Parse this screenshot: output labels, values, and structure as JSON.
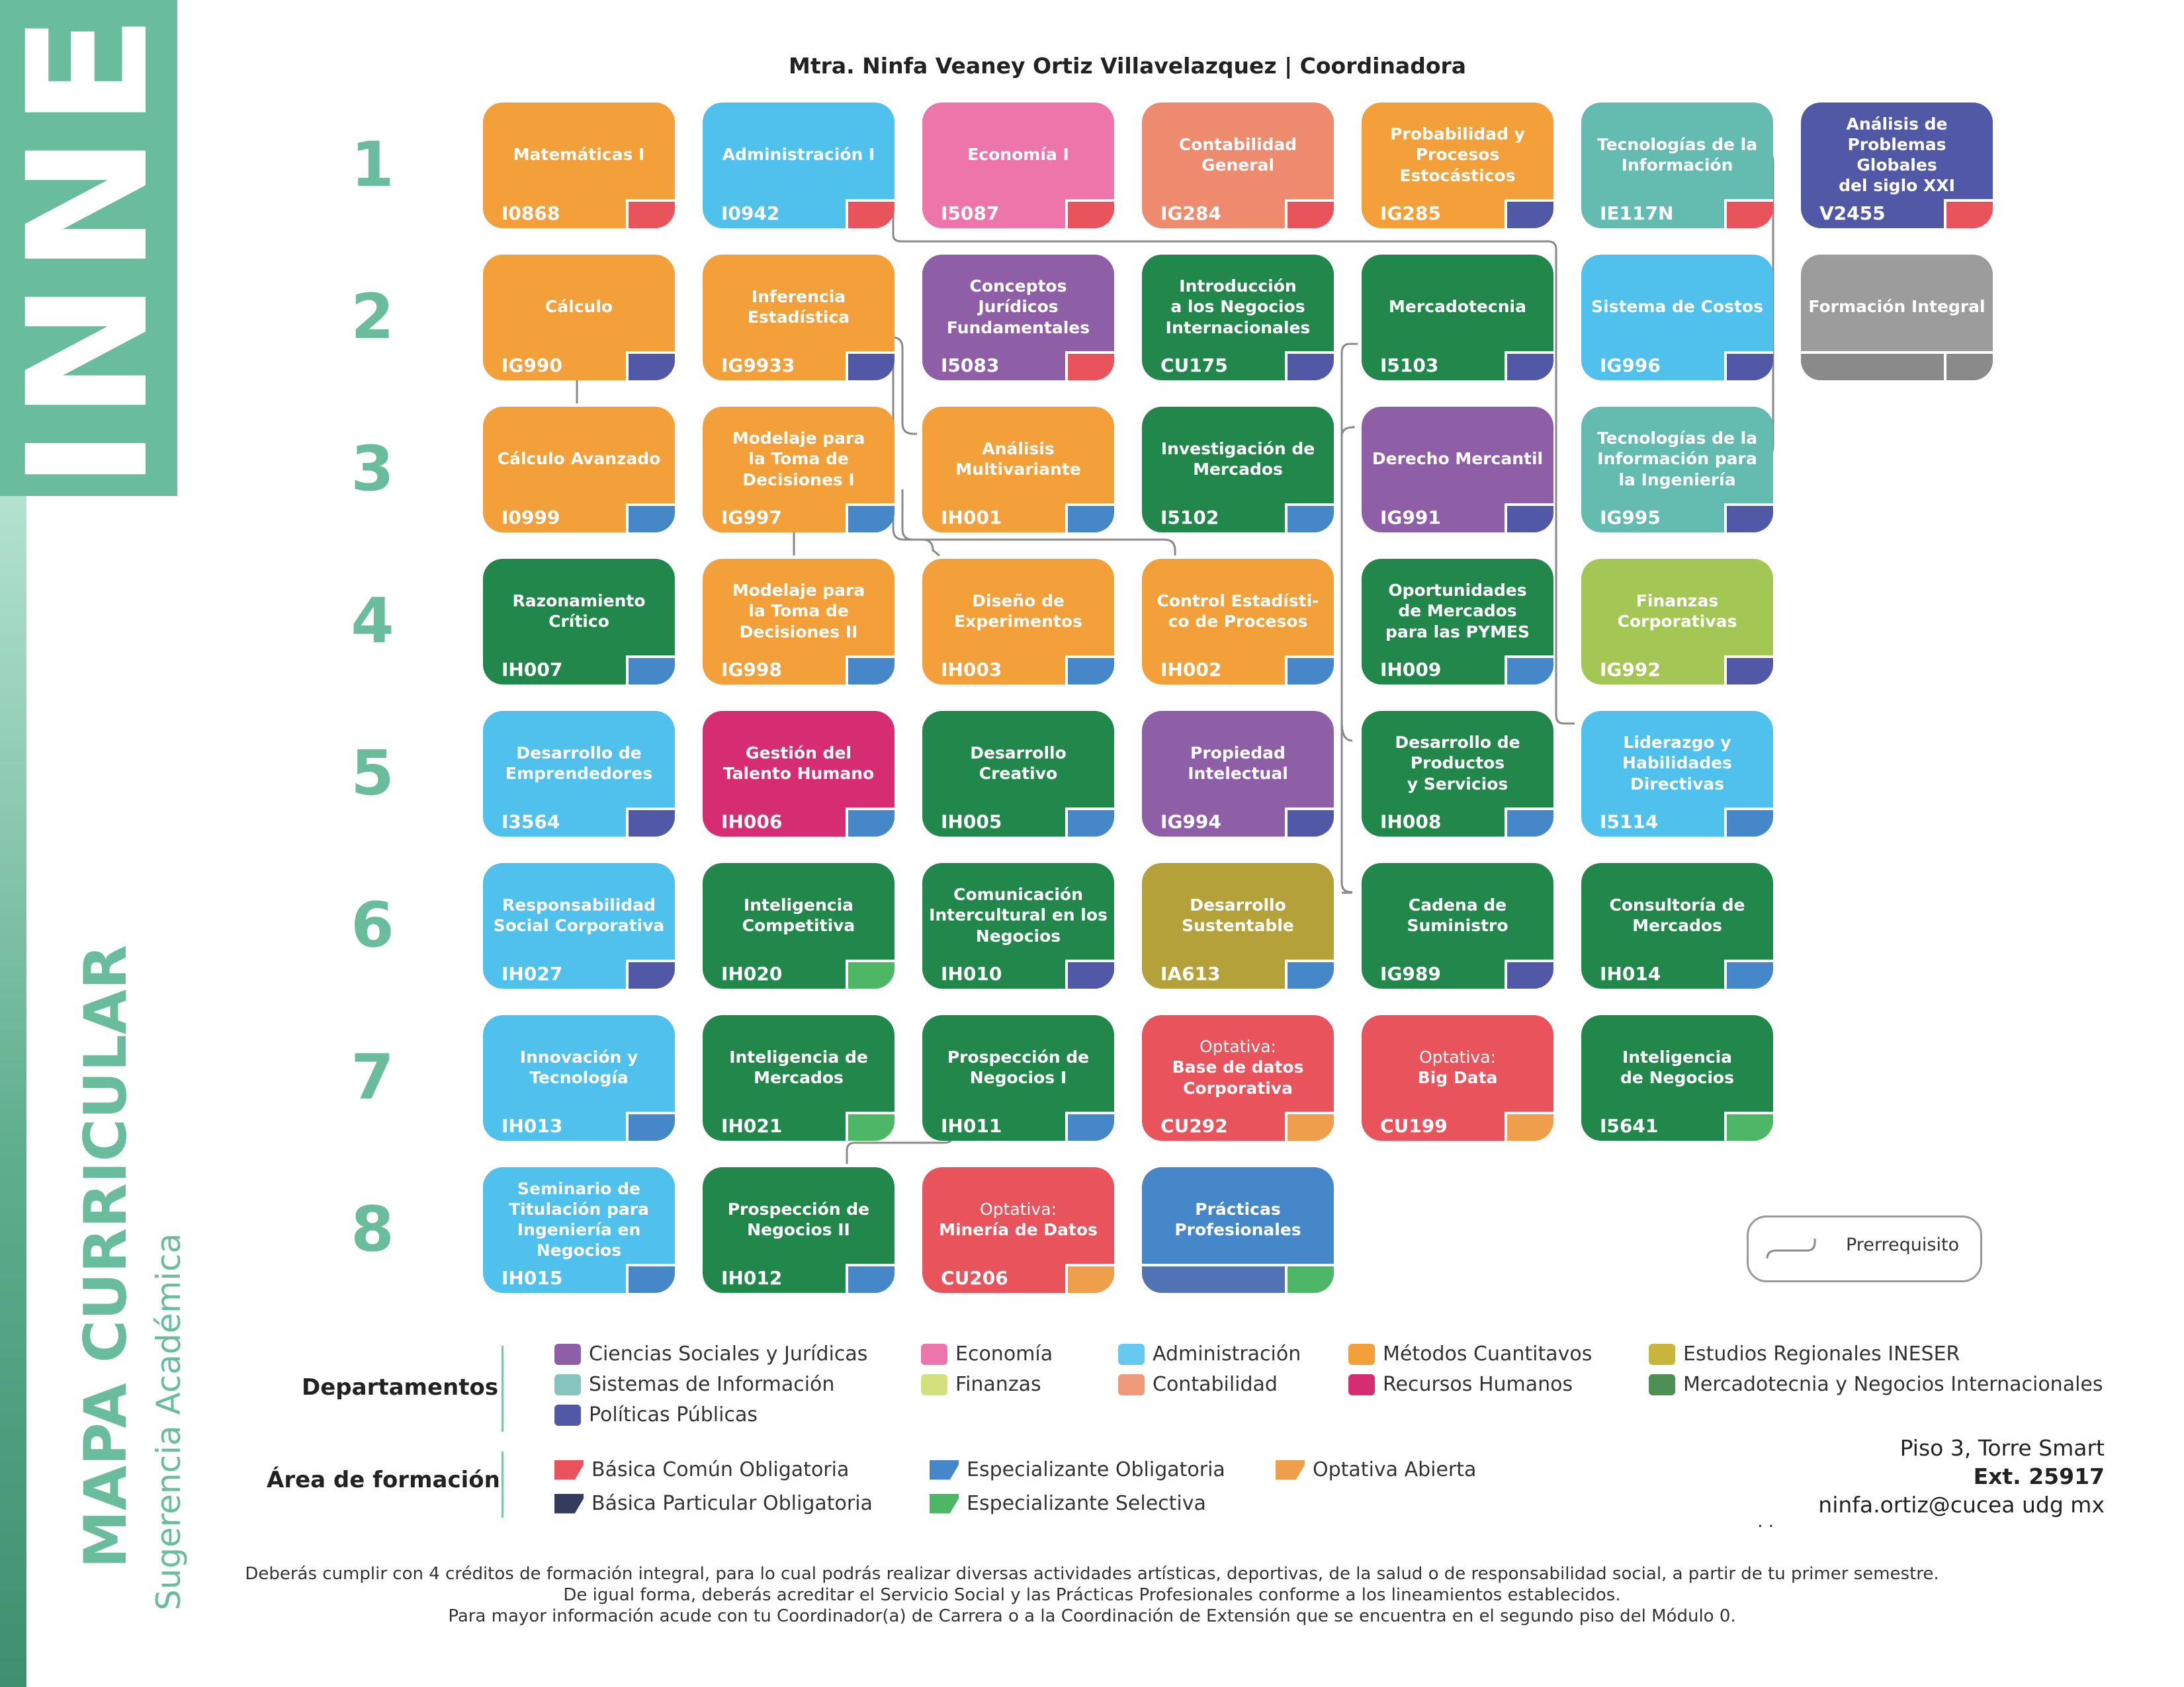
{
  "brand": "INNE",
  "title": "MAPA CURRICULAR",
  "subtitle": "Sugerencia Académica",
  "coordinator": "Mtra. Ninfa Veaney Ortiz Villavelazquez | Coordinadora",
  "semesters": [
    "1",
    "2",
    "3",
    "4",
    "5",
    "6",
    "7",
    "8"
  ],
  "colors": {
    "orange": "#f3a03a",
    "sky": "#4fc1ec",
    "pink": "#ee75a9",
    "salmon": "#ee8a6e",
    "teal": "#64bbb0",
    "navy": "#5158a6",
    "grey": "#9c9c9c",
    "purple": "#8e5ea7",
    "green": "#22874a",
    "limegreen": "#a3c654",
    "magenta": "#d52c72",
    "olive": "#b4a13a",
    "red": "#e8535c",
    "medblue": "#4587c9",
    "area_basica_comun": "#e8535c",
    "area_basica_particular": "#333c5e",
    "area_especializante_obligatoria": "#4587c9",
    "area_especializante_selectiva": "#4db765",
    "area_optativa": "#ef9f4b"
  },
  "courses": [
    {
      "name": "Matemáticas I",
      "code": "I0868",
      "color": "orange",
      "area": "red",
      "col": 0,
      "row": 0
    },
    {
      "name": "Administración I",
      "code": "I0942",
      "color": "sky",
      "area": "red",
      "col": 1,
      "row": 0
    },
    {
      "name": "Economía I",
      "code": "I5087",
      "color": "pink",
      "area": "red",
      "col": 2,
      "row": 0
    },
    {
      "name": "Contabilidad\nGeneral",
      "code": "IG284",
      "color": "salmon",
      "area": "red",
      "col": 3,
      "row": 0
    },
    {
      "name": "Probabilidad y\nProcesos\nEstocásticos",
      "code": "IG285",
      "color": "orange",
      "area": "navy",
      "col": 4,
      "row": 0
    },
    {
      "name": "Tecnologías de la\nInformación",
      "code": "IE117N",
      "color": "teal",
      "area": "red",
      "col": 5,
      "row": 0
    },
    {
      "name": "Análisis de\nProblemas Globales\ndel siglo XXI",
      "code": "V2455",
      "color": "navy",
      "area": "red",
      "col": 6,
      "row": 0
    },
    {
      "name": "Cálculo",
      "code": "IG990",
      "color": "orange",
      "area": "navy",
      "col": 0,
      "row": 1
    },
    {
      "name": "Inferencia\nEstadística",
      "code": "IG9933",
      "color": "orange",
      "area": "navy",
      "col": 1,
      "row": 1
    },
    {
      "name": "Conceptos\nJurídicos\nFundamentales",
      "code": "I5083",
      "color": "purple",
      "area": "red",
      "col": 2,
      "row": 1
    },
    {
      "name": "Introducción\na los Negocios\nInternacionales",
      "code": "CU175",
      "color": "green",
      "area": "navy",
      "col": 3,
      "row": 1
    },
    {
      "name": "Mercadotecnia",
      "code": "I5103",
      "color": "green",
      "area": "navy",
      "col": 4,
      "row": 1
    },
    {
      "name": "Sistema de Costos",
      "code": "IG996",
      "color": "sky",
      "area": "navy",
      "col": 5,
      "row": 1
    },
    {
      "name": "Formación Integral",
      "code": "",
      "color": "grey",
      "area": "grey",
      "col": 6,
      "row": 1,
      "split": true
    },
    {
      "name": "Cálculo Avanzado",
      "code": "I0999",
      "color": "orange",
      "area": "medblue",
      "col": 0,
      "row": 2
    },
    {
      "name": "Modelaje para\nla Toma de\nDecisiones I",
      "code": "IG997",
      "color": "orange",
      "area": "medblue",
      "col": 1,
      "row": 2
    },
    {
      "name": "Análisis\nMultivariante",
      "code": "IH001",
      "color": "orange",
      "area": "medblue",
      "col": 2,
      "row": 2
    },
    {
      "name": "Investigación de\nMercados",
      "code": "I5102",
      "color": "green",
      "area": "medblue",
      "col": 3,
      "row": 2
    },
    {
      "name": "Derecho Mercantil",
      "code": "IG991",
      "color": "purple",
      "area": "navy",
      "col": 4,
      "row": 2
    },
    {
      "name": "Tecnologías de la\nInformación para\nla Ingeniería",
      "code": "IG995",
      "color": "teal",
      "area": "navy",
      "col": 5,
      "row": 2
    },
    {
      "name": "Razonamiento\nCrítico",
      "code": "IH007",
      "color": "green",
      "area": "medblue",
      "col": 0,
      "row": 3
    },
    {
      "name": "Modelaje para\nla Toma de\nDecisiones II",
      "code": "IG998",
      "color": "orange",
      "area": "medblue",
      "col": 1,
      "row": 3
    },
    {
      "name": "Diseño de\nExperimentos",
      "code": "IH003",
      "color": "orange",
      "area": "medblue",
      "col": 2,
      "row": 3
    },
    {
      "name": "Control Estadísti-\nco de Procesos",
      "code": "IH002",
      "color": "orange",
      "area": "medblue",
      "col": 3,
      "row": 3
    },
    {
      "name": "Oportunidades\nde Mercados\npara las PYMES",
      "code": "IH009",
      "color": "green",
      "area": "medblue",
      "col": 4,
      "row": 3
    },
    {
      "name": "Finanzas\nCorporativas",
      "code": "IG992",
      "color": "limegreen",
      "area": "navy",
      "col": 5,
      "row": 3
    },
    {
      "name": "Desarrollo de\nEmprendedores",
      "code": "I3564",
      "color": "sky",
      "area": "navy",
      "col": 0,
      "row": 4
    },
    {
      "name": "Gestión del\nTalento Humano",
      "code": "IH006",
      "color": "magenta",
      "area": "medblue",
      "col": 1,
      "row": 4
    },
    {
      "name": "Desarrollo\nCreativo",
      "code": "IH005",
      "color": "green",
      "area": "medblue",
      "col": 2,
      "row": 4
    },
    {
      "name": "Propiedad\nIntelectual",
      "code": "IG994",
      "color": "purple",
      "area": "navy",
      "col": 3,
      "row": 4
    },
    {
      "name": "Desarrollo de\nProductos\ny Servicios",
      "code": "IH008",
      "color": "green",
      "area": "medblue",
      "col": 4,
      "row": 4
    },
    {
      "name": "Liderazgo y\nHabilidades\nDirectivas",
      "code": "I5114",
      "color": "sky",
      "area": "medblue",
      "col": 5,
      "row": 4
    },
    {
      "name": "Responsabilidad\nSocial Corporativa",
      "code": "IH027",
      "color": "sky",
      "area": "navy",
      "col": 0,
      "row": 5
    },
    {
      "name": "Inteligencia\nCompetitiva",
      "code": "IH020",
      "color": "green",
      "area": "brightgreen",
      "col": 1,
      "row": 5
    },
    {
      "name": "Comunicación\nIntercultural en los\nNegocios",
      "code": "IH010",
      "color": "green",
      "area": "navy",
      "col": 2,
      "row": 5
    },
    {
      "name": "Desarrollo\nSustentable",
      "code": "IA613",
      "color": "olive",
      "area": "medblue",
      "col": 3,
      "row": 5
    },
    {
      "name": "Cadena de\nSuministro",
      "code": "IG989",
      "color": "green",
      "area": "navy",
      "col": 4,
      "row": 5
    },
    {
      "name": "Consultoría de\nMercados",
      "code": "IH014",
      "color": "green",
      "area": "medblue",
      "col": 5,
      "row": 5
    },
    {
      "name": "Innovación y\nTecnología",
      "code": "IH013",
      "color": "sky",
      "area": "medblue",
      "col": 0,
      "row": 6
    },
    {
      "name": "Inteligencia de\nMercados",
      "code": "IH021",
      "color": "green",
      "area": "brightgreen",
      "col": 1,
      "row": 6
    },
    {
      "name": "Prospección de\nNegocios I",
      "code": "IH011",
      "color": "green",
      "area": "medblue",
      "col": 2,
      "row": 6
    },
    {
      "name": "Optativa:\nBase de datos\nCorporativa",
      "code": "CU292",
      "color": "red",
      "area": "optorange",
      "col": 3,
      "row": 6,
      "optativa": true
    },
    {
      "name": "Optativa:\nBig Data",
      "code": "CU199",
      "color": "red",
      "area": "optorange",
      "col": 4,
      "row": 6,
      "optativa": true
    },
    {
      "name": "Inteligencia\nde Negocios",
      "code": "I5641",
      "color": "green",
      "area": "brightgreen",
      "col": 5,
      "row": 6
    },
    {
      "name": "Seminario de\nTitulación para\nIngeniería en\nNegocios",
      "code": "IH015",
      "color": "sky",
      "area": "medblue",
      "col": 0,
      "row": 7
    },
    {
      "name": "Prospección de\nNegocios II",
      "code": "IH012",
      "color": "green",
      "area": "medblue",
      "col": 1,
      "row": 7
    },
    {
      "name": "Optativa:\nMinería de Datos",
      "code": "CU206",
      "color": "red",
      "area": "optorange",
      "col": 2,
      "row": 7,
      "optativa": true
    },
    {
      "name": "Prácticas\nProfesionales",
      "code": "",
      "color": "medblue",
      "area": "brightgreen",
      "col": 3,
      "row": 7,
      "split": true
    }
  ],
  "prerequisite_label": "Prerrequisito",
  "departments": {
    "label": "Departamentos",
    "items": [
      {
        "label": "Ciencias Sociales y Jurídicas",
        "color": "#8e5ea7"
      },
      {
        "label": "Economía",
        "color": "#ee75a9"
      },
      {
        "label": "Administración",
        "color": "#67c8f0"
      },
      {
        "label": "Métodos Cuantitavos",
        "color": "#f3a03a"
      },
      {
        "label": "Estudios Regionales INESER",
        "color": "#c7b53c"
      },
      {
        "label": "Sistemas de Información",
        "color": "#86c4be"
      },
      {
        "label": "Finanzas",
        "color": "#d2e07d"
      },
      {
        "label": "Contabilidad",
        "color": "#ee9a7b"
      },
      {
        "label": "Recursos Humanos",
        "color": "#d52c72"
      },
      {
        "label": "Mercadotecnia y Negocios Internacionales",
        "color": "#4e8f56"
      },
      {
        "label": "Políticas Públicas",
        "color": "#5158a6"
      }
    ]
  },
  "areas": {
    "label": "Área de formación",
    "items": [
      {
        "label": "Básica Común Obligatoria",
        "color": "#e8535c"
      },
      {
        "label": "Especializante Obligatoria",
        "color": "#4587c9"
      },
      {
        "label": "Optativa Abierta",
        "color": "#ef9f4b"
      },
      {
        "label": "Básica Particular Obligatoria",
        "color": "#333c5e"
      },
      {
        "label": "Especializante Selectiva",
        "color": "#4db765"
      }
    ]
  },
  "contact": {
    "location": "Piso 3, Torre Smart",
    "ext": "Ext. 25917",
    "email": "ninfa.ortiz@cucea udg mx",
    "dots": ". ."
  },
  "footer": {
    "line1": "Deberás cumplir con 4 créditos de formación integral, para lo cual podrás realizar diversas actividades artísticas, deportivas, de la salud o de responsabilidad social, a partir de tu primer semestre.",
    "line2": "De igual forma, deberás acreditar el Servicio Social y las Prácticas Profesionales conforme a los lineamientos establecidos.",
    "line3": "Para mayor información acude con tu Coordinador(a) de Carrera o a la Coordinación de Extensión que se encuentra en el segundo piso del Módulo 0."
  }
}
